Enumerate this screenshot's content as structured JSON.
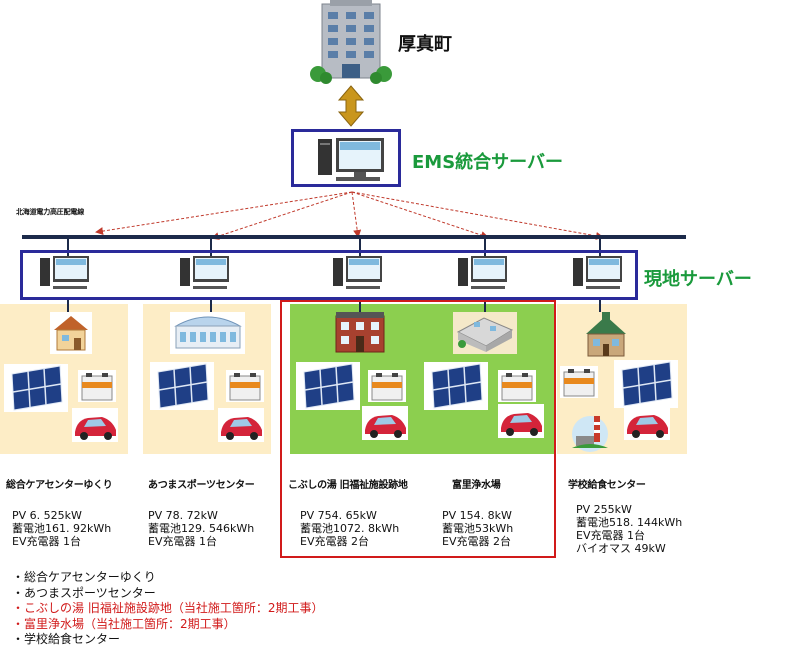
{
  "town": {
    "label": "厚真町"
  },
  "ems": {
    "label": "EMS統合サーバー"
  },
  "local_servers": {
    "label": "現地サーバー"
  },
  "power_line": {
    "label": "北海道電力高圧配電線"
  },
  "sites": [
    {
      "name": "総合ケアセンターゆくり",
      "pv": "PV 6. 525kW",
      "battery": "蓄電池161. 92kWh",
      "ev": "EV充電器 1台",
      "extra": ""
    },
    {
      "name": "あつまスポーツセンター",
      "pv": "PV 78. 72kW",
      "battery": "蓄電池129. 546kWh",
      "ev": "EV充電器 1台",
      "extra": ""
    },
    {
      "name": "こぶしの湯 旧福祉施設跡地",
      "pv": "PV 754. 65kW",
      "battery": "蓄電池1072. 8kWh",
      "ev": "EV充電器 2台",
      "extra": ""
    },
    {
      "name": "富里浄水場",
      "pv": "PV 154. 8kW",
      "battery": "蓄電池53kWh",
      "ev": "EV充電器 2台",
      "extra": ""
    },
    {
      "name": "学校給食センター",
      "pv": "PV 255kW",
      "battery": "蓄電池518. 144kWh",
      "ev": "EV充電器 1台",
      "extra": "バイオマス 49kW"
    }
  ],
  "notes": [
    {
      "text": "総合ケアセンターゆくり",
      "color": "#111111"
    },
    {
      "text": "あつまスポーツセンター",
      "color": "#111111"
    },
    {
      "text": "こぶしの湯 旧福祉施設跡地（当社施工箇所：2期工事）",
      "color": "#d11a1a"
    },
    {
      "text": "富里浄水場（当社施工箇所：2期工事）",
      "color": "#d11a1a"
    },
    {
      "text": "学校給食センター",
      "color": "#111111"
    }
  ],
  "colors": {
    "accent_green": "#1a9a3c",
    "frame_blue": "#2a2a9a",
    "highlight_red": "#d11a1a",
    "site_cream": "#fdedc6",
    "site_green": "#8ccf4f"
  }
}
